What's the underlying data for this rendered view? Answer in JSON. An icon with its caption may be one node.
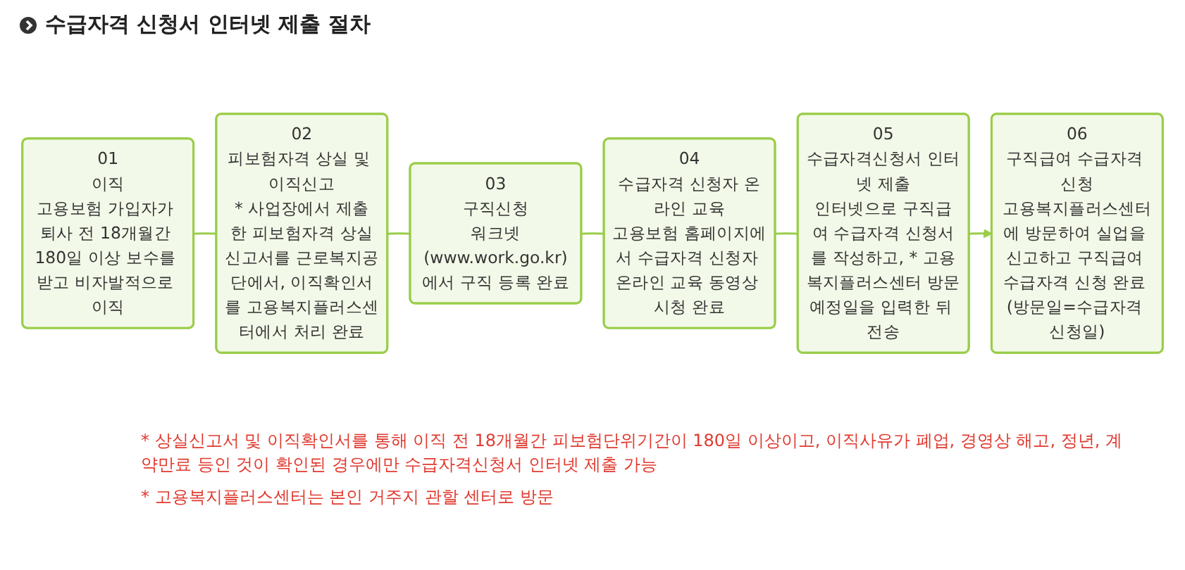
{
  "diagram": {
    "title": "수급자격 신청서 인터넷 제출 절차",
    "nodes": [
      {
        "text": [
          "01",
          "이직",
          "고용보험 가입자가 퇴사 전 18개월간 180일 이상 보수를 받고 비자발적으로 이직"
        ]
      },
      {
        "text": [
          "02",
          "피보험자격 상실 및 이직신고",
          "* 사업장에서 제출한 피보험자격 상실신고서를 근로복지공단에서, 이직확인서를 고용복지플러스센터에서 처리 완료"
        ]
      },
      {
        "text": [
          "03",
          "구직신청",
          "워크넷(www.work.go.kr)에서 구직 등록 완료"
        ]
      },
      {
        "text": [
          "04",
          "수급자격 신청자 온라인 교육",
          "고용보험 홈페이지에서 수급자격 신청자 온라인 교육 동영상 시청 완료"
        ]
      },
      {
        "text": [
          "05",
          "수급자격신청서 인터넷 제출",
          "인터넷으로 구직급여 수급자격 신청서를 작성하고, * 고용복지플러스센터 방문예정일을 입력한 뒤 전송"
        ]
      },
      {
        "text": [
          "06",
          "구직급여 수급자격 신청",
          "고용복지플러스센터에 방문하여 실업을 신고하고 구직급여 수급자격 신청 완료 (방문일=수급자격 신청일)"
        ]
      }
    ],
    "edges": [
      {
        "from": 0,
        "to": 1,
        "arrow": "none"
      },
      {
        "from": 1,
        "to": 2,
        "arrow": "none"
      },
      {
        "from": 2,
        "to": 3,
        "arrow": "none"
      },
      {
        "from": 3,
        "to": 4,
        "arrow": "none"
      },
      {
        "from": 4,
        "to": 5,
        "arrow": "to"
      }
    ],
    "labels": [
      "* 상실신고서 및 이직확인서를 통해 이직 전 18개월간 피보험단위기간이 180일 이상이고, 이직사유가 폐업, 경영상 해고, 정년, 계약만료 등인 것이 확인된 경우에만 수급자격신청서 인터넷 제출 가능",
      "* 고용복지플러스센터는 본인 거주지 관할 센터로 방문"
    ]
  }
}
